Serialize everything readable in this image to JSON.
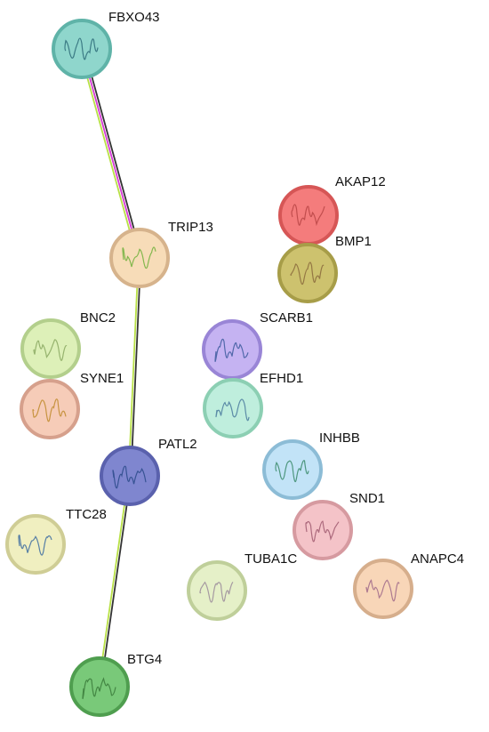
{
  "network": {
    "nodes": [
      {
        "id": "FBXO43",
        "label": "FBXO43",
        "fill": "#8fd6cc",
        "ring": "#5fb3a8",
        "glyph": "#2d6b78"
      },
      {
        "id": "TRIP13",
        "label": "TRIP13",
        "fill": "#f7dcb8",
        "ring": "#d6b38c",
        "glyph": "#6fb03a"
      },
      {
        "id": "AKAP12",
        "label": "AKAP12",
        "fill": "#f47c7c",
        "ring": "#d65656",
        "glyph": "#b94545"
      },
      {
        "id": "BMP1",
        "label": "BMP1",
        "fill": "#cdc26e",
        "ring": "#a79d48",
        "glyph": "#8a6a3c"
      },
      {
        "id": "BNC2",
        "label": "BNC2",
        "fill": "#ddf0b8",
        "ring": "#b3cf8c",
        "glyph": "#8aa860"
      },
      {
        "id": "SCARB1",
        "label": "SCARB1",
        "fill": "#c5b3f2",
        "ring": "#9985d6",
        "glyph": "#3c5a9e"
      },
      {
        "id": "SYNE1",
        "label": "SYNE1",
        "fill": "#f6ccb8",
        "ring": "#d6a08c",
        "glyph": "#c08a2c"
      },
      {
        "id": "EFHD1",
        "label": "EFHD1",
        "fill": "#bfeedd",
        "ring": "#8ccfb3",
        "glyph": "#4a7a9e"
      },
      {
        "id": "PATL2",
        "label": "PATL2",
        "fill": "#7f86cf",
        "ring": "#5a61ad",
        "glyph": "#2a4a8a"
      },
      {
        "id": "INHBB",
        "label": "INHBB",
        "fill": "#c2e3f7",
        "ring": "#8cbcd6",
        "glyph": "#3a8a6a"
      },
      {
        "id": "TTC28",
        "label": "TTC28",
        "fill": "#f0efc0",
        "ring": "#cfcd95",
        "glyph": "#3a6aa0"
      },
      {
        "id": "SND1",
        "label": "SND1",
        "fill": "#f4c3c8",
        "ring": "#d69aa0",
        "glyph": "#a05a70"
      },
      {
        "id": "TUBA1C",
        "label": "TUBA1C",
        "fill": "#e5f0c8",
        "ring": "#bfcf9a",
        "glyph": "#9a8a9a"
      },
      {
        "id": "ANAPC4",
        "label": "ANAPC4",
        "fill": "#f8d6b8",
        "ring": "#d6ae8c",
        "glyph": "#a06a8a"
      },
      {
        "id": "BTG4",
        "label": "BTG4",
        "fill": "#79c979",
        "ring": "#4f9e4f",
        "glyph": "#3a7a3a"
      }
    ],
    "edges": [
      {
        "source": "FBXO43",
        "target": "TRIP13",
        "colors": [
          "#333333",
          "#d63ad6",
          "#b8e046"
        ]
      },
      {
        "source": "TRIP13",
        "target": "PATL2",
        "colors": [
          "#333333",
          "#b8e046"
        ]
      },
      {
        "source": "PATL2",
        "target": "BTG4",
        "colors": [
          "#333333",
          "#b8e046"
        ]
      }
    ]
  }
}
